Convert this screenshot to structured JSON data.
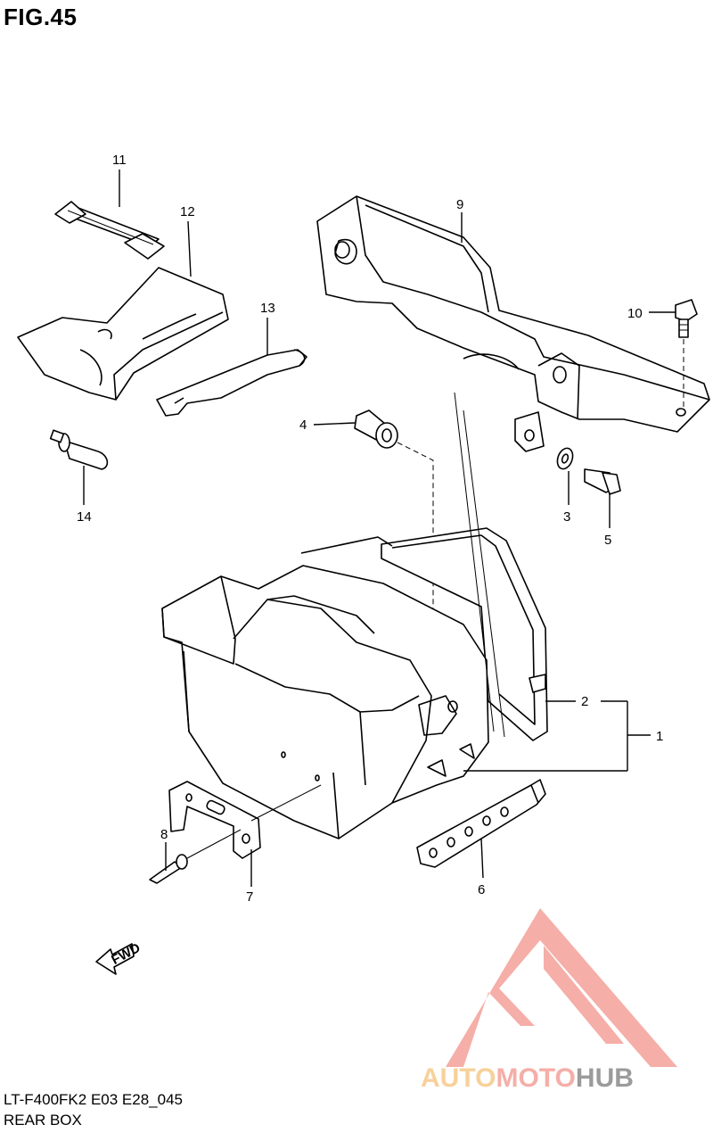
{
  "figure": {
    "title": "FIG.45",
    "model_code": "LT-F400FK2 E03 E28_045",
    "section_name": "REAR BOX"
  },
  "callouts": {
    "p1": "1",
    "p2": "2",
    "p3": "3",
    "p4": "4",
    "p5": "5",
    "p6": "6",
    "p7": "7",
    "p8": "8",
    "p9": "9",
    "p10": "10",
    "p11": "11",
    "p12": "12",
    "p13": "13",
    "p14": "14"
  },
  "fwd_label": "FWD",
  "watermark": {
    "word_part1": "AUTO",
    "word_part2": "MOTO",
    "word_part3": "HUB",
    "colors": {
      "auto": "#f6c98a",
      "moto": "#f4a09a",
      "hub": "#8a8a8a",
      "triangle": "#f4a09a"
    }
  }
}
